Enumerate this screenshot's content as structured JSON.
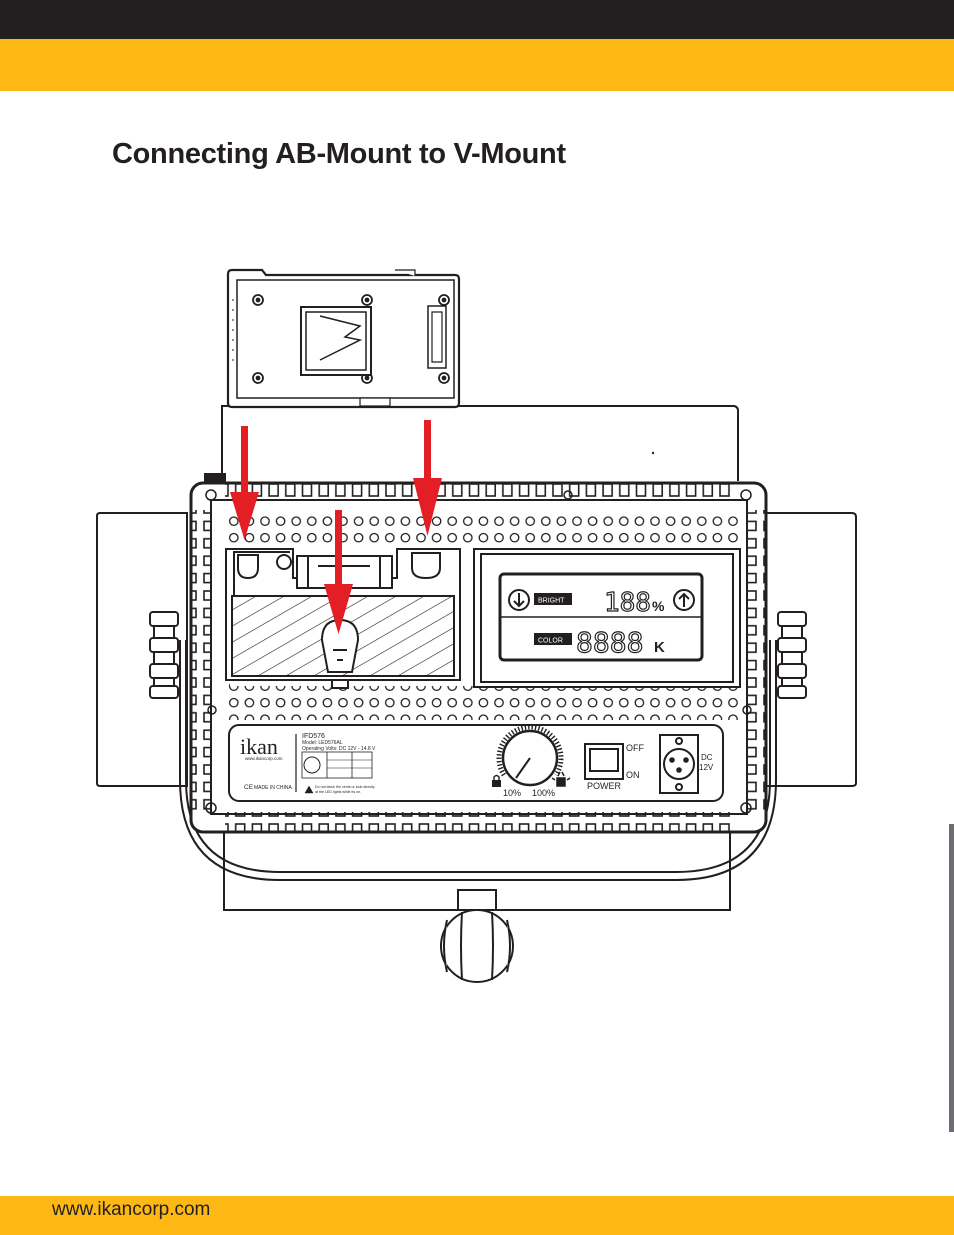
{
  "page": {
    "title": "Connecting AB-Mount to V-Mount",
    "footer_url": "www.ikancorp.com"
  },
  "panel": {
    "brand": "ikan",
    "brand_url": "www.ikancorp.com",
    "model_id": "IFD576",
    "model_line": "Model: LED576AL",
    "volts_line": "Operating Volts: DC 12V - 14.8 V",
    "made_in": "MADE IN CHINA",
    "warning_line1": "Do not block the vents or look directly",
    "warning_line2": "at the LED lights while its on.",
    "dial_min": "10%",
    "dial_max": "100%",
    "switch_off": "OFF",
    "switch_on": "ON",
    "switch_label": "POWER",
    "dc_label": "DC",
    "dc_volts": "12V",
    "display_bright_label": "BRIGHT",
    "display_color_label": "COLOR",
    "display_percent_value": "188",
    "display_percent_unit": "%",
    "display_k_value": "8888",
    "display_k_unit": "K"
  },
  "colors": {
    "accent_yellow": "#fdb813",
    "header_black": "#231f20",
    "arrow_red": "#e31e24",
    "line": "#231f20"
  },
  "icons": {
    "down": "down-arrow-icon",
    "up": "up-arrow-icon",
    "lock": "lock-icon",
    "lamp": "lamp-icon",
    "warning": "warning-icon",
    "ce": "ce-mark-icon",
    "xlr": "xlr-connector-icon"
  }
}
